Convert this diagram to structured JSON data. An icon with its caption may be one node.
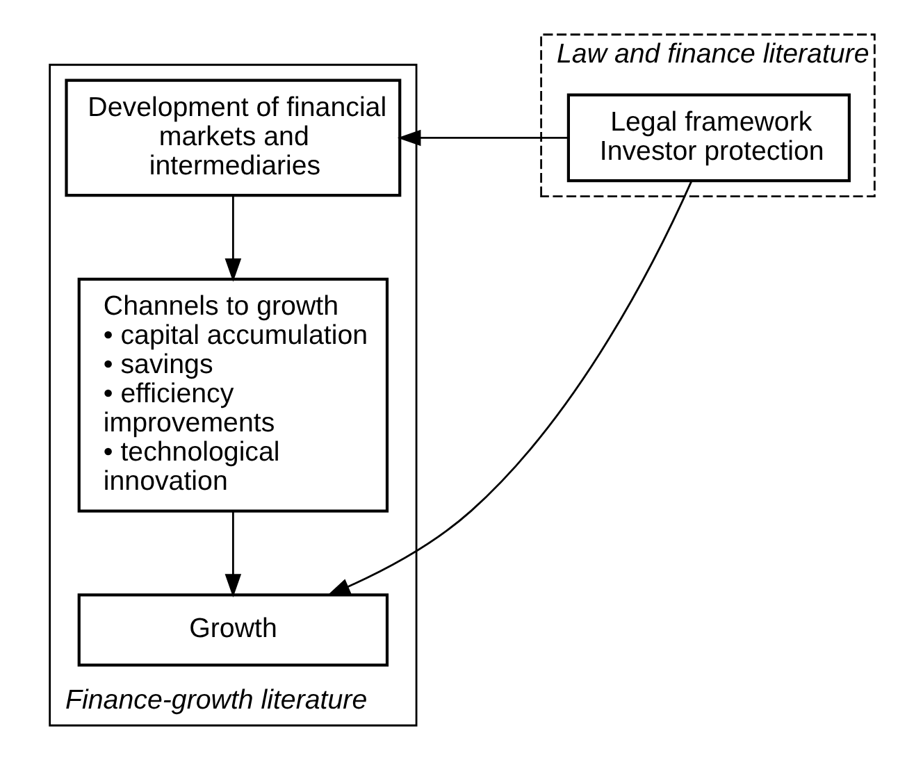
{
  "diagram": {
    "nodes": [
      {
        "text": [
          "Finance-growth literature"
        ]
      },
      {
        "text": [
          "Law and finance literature"
        ]
      },
      {
        "text": [
          "Development of financial markets and intermediaries"
        ],
        "in": 0
      },
      {
        "text": [
          "Channels to growth",
          "• capital accumulation",
          "• savings",
          "• efficiency improvements",
          "• technological innovation"
        ],
        "in": 0
      },
      {
        "text": [
          "Growth"
        ],
        "in": 0
      },
      {
        "text": [
          "Legal framework",
          "Investor protection"
        ],
        "in": 1
      }
    ],
    "edges": [
      {
        "from": 5,
        "to": 2,
        "arrow": "to"
      },
      {
        "from": 2,
        "to": 3,
        "arrow": "to"
      },
      {
        "from": 3,
        "to": 4,
        "arrow": "to"
      },
      {
        "from": 5,
        "to": 4,
        "arrow": "to"
      }
    ]
  }
}
